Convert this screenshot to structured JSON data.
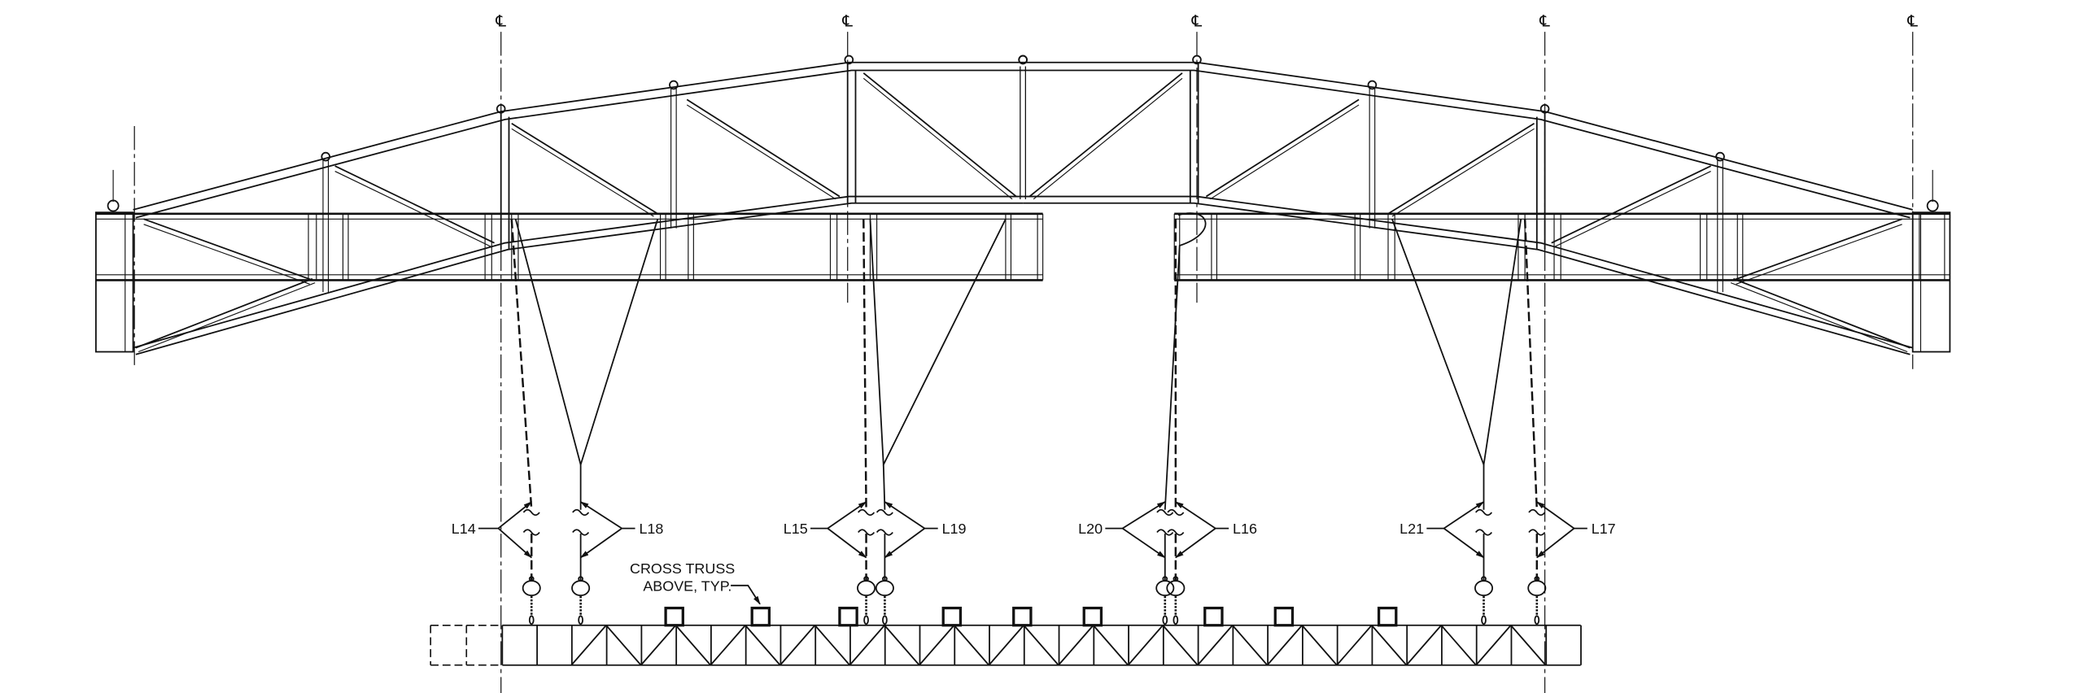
{
  "drawing": {
    "centerline_symbol": "℄",
    "labels": {
      "l14": "L14",
      "l18": "L18",
      "l15": "L15",
      "l19": "L19",
      "l20": "L20",
      "l16": "L16",
      "l21": "L21",
      "l17": "L17"
    },
    "note_line1": "CROSS TRUSS",
    "note_line2": "ABOVE, TYP."
  },
  "colors": {
    "line": "#111111",
    "background": "#ffffff"
  }
}
